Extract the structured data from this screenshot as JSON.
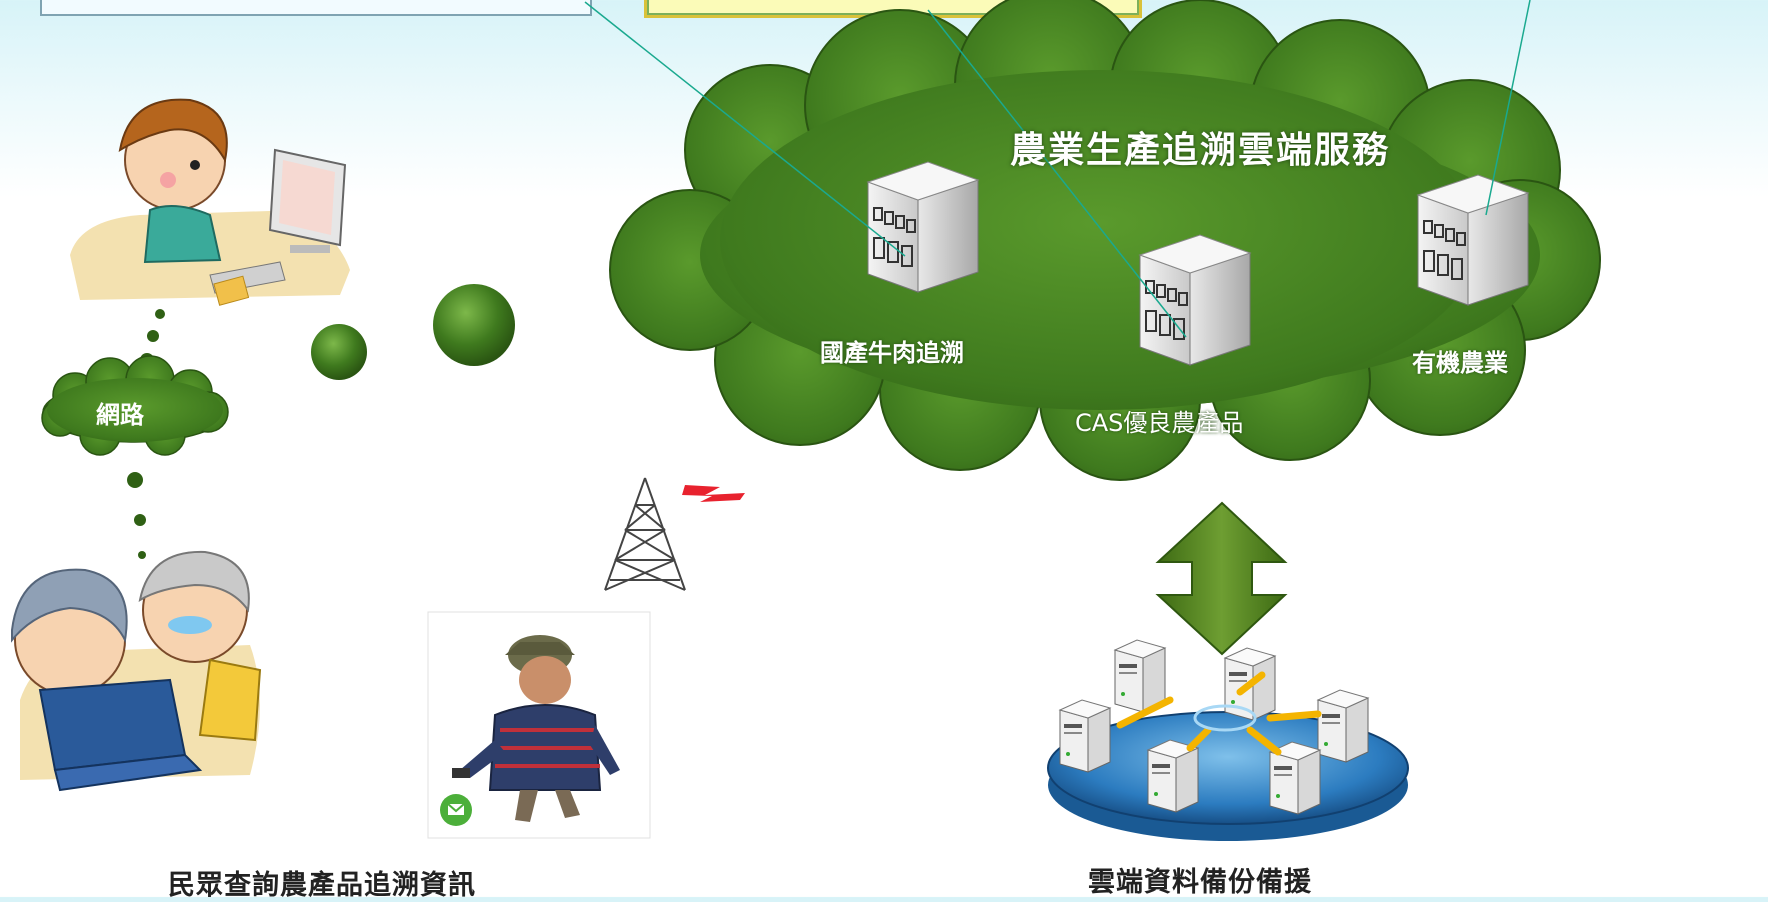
{
  "cloud": {
    "title": "農業生產追溯雲端服務",
    "services": [
      {
        "label": "國產牛肉追溯"
      },
      {
        "label": "CAS優良農產品"
      },
      {
        "label": "有機農業"
      }
    ]
  },
  "network_cloud": {
    "label": "網路"
  },
  "bottom": {
    "left_caption": "民眾查詢農產品追溯資訊",
    "right_caption": "雲端資料備份備援"
  },
  "colors": {
    "cloud_green": "#3f7a1e",
    "arrow_green": "#4f7d1f",
    "line_teal": "#1aa98f"
  }
}
